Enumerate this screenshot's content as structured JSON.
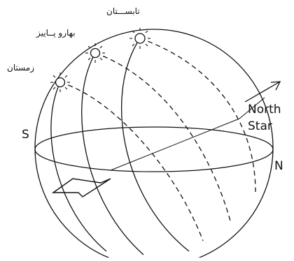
{
  "labels": {
    "summer": "تابســـتان",
    "spring_autumn": "بهارو پــاییز",
    "winter": "زمستان",
    "south": "S",
    "north": "N",
    "north_star_1": "North",
    "north_star_2": "Star"
  },
  "icons": [
    "sun-icon-winter",
    "sun-icon-equinox",
    "sun-icon-summer",
    "north-star-arrow",
    "observer-arrow"
  ],
  "colors": {
    "line": "#111111",
    "background": "#ffffff"
  }
}
